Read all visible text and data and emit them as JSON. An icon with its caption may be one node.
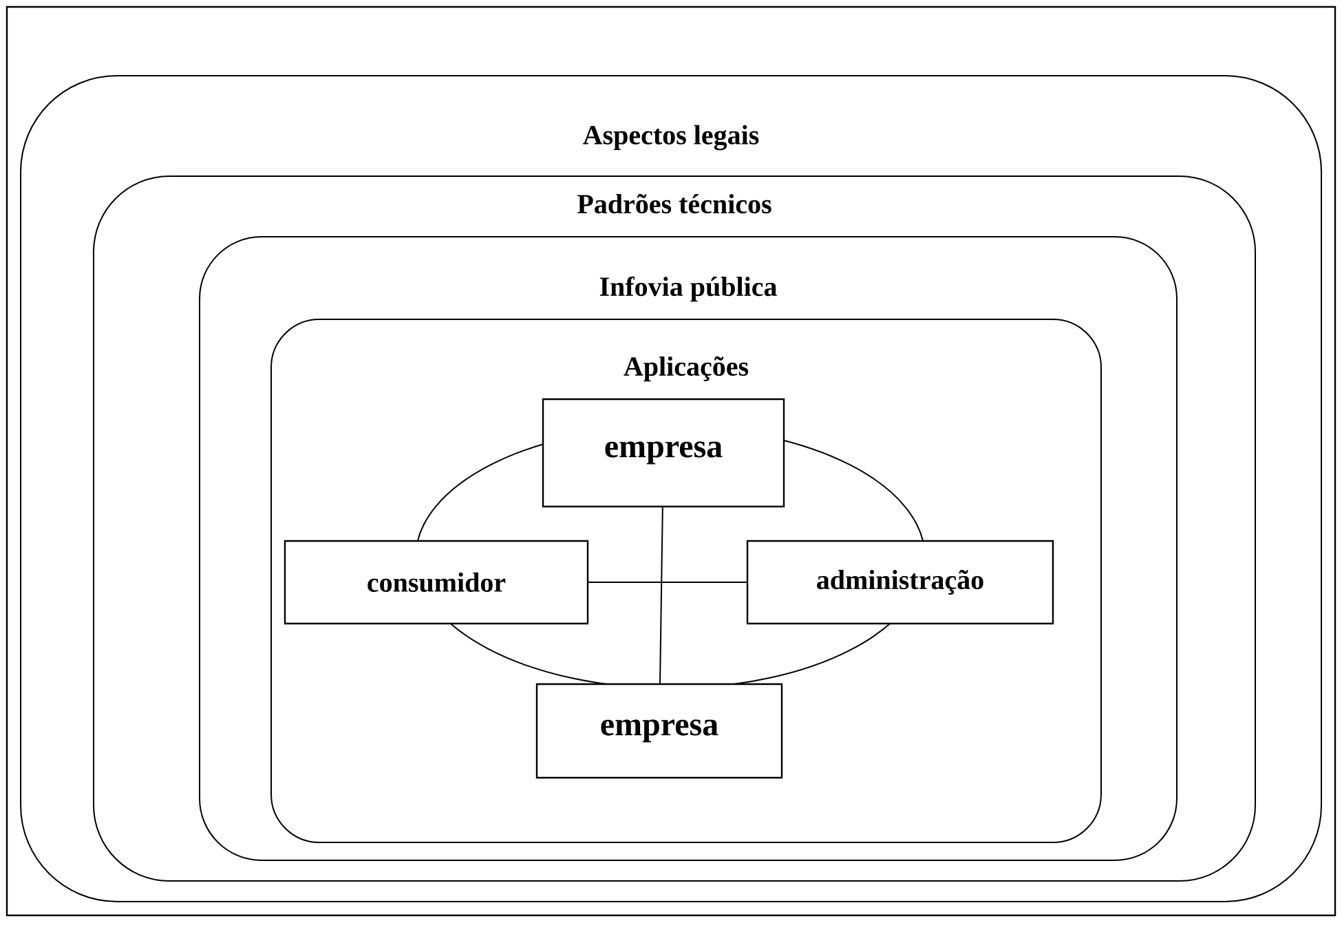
{
  "diagram": {
    "nodes": [
      {
        "text": [
          "Aspectos legais"
        ]
      },
      {
        "text": [
          "Padrões técnicos"
        ],
        "in": 0
      },
      {
        "text": [
          "Infovia pública"
        ],
        "in": 1
      },
      {
        "text": [
          "Aplicações"
        ],
        "in": 2
      },
      {
        "text": [
          "empresa"
        ],
        "in": 3
      },
      {
        "text": [
          "consumidor"
        ],
        "in": 3
      },
      {
        "text": [
          "administração"
        ],
        "in": 3
      },
      {
        "text": [
          "empresa"
        ],
        "in": 3
      }
    ],
    "edges": [
      {
        "from": 4,
        "to": 7,
        "arrow": "none"
      },
      {
        "from": 5,
        "to": 6,
        "arrow": "none"
      }
    ]
  }
}
